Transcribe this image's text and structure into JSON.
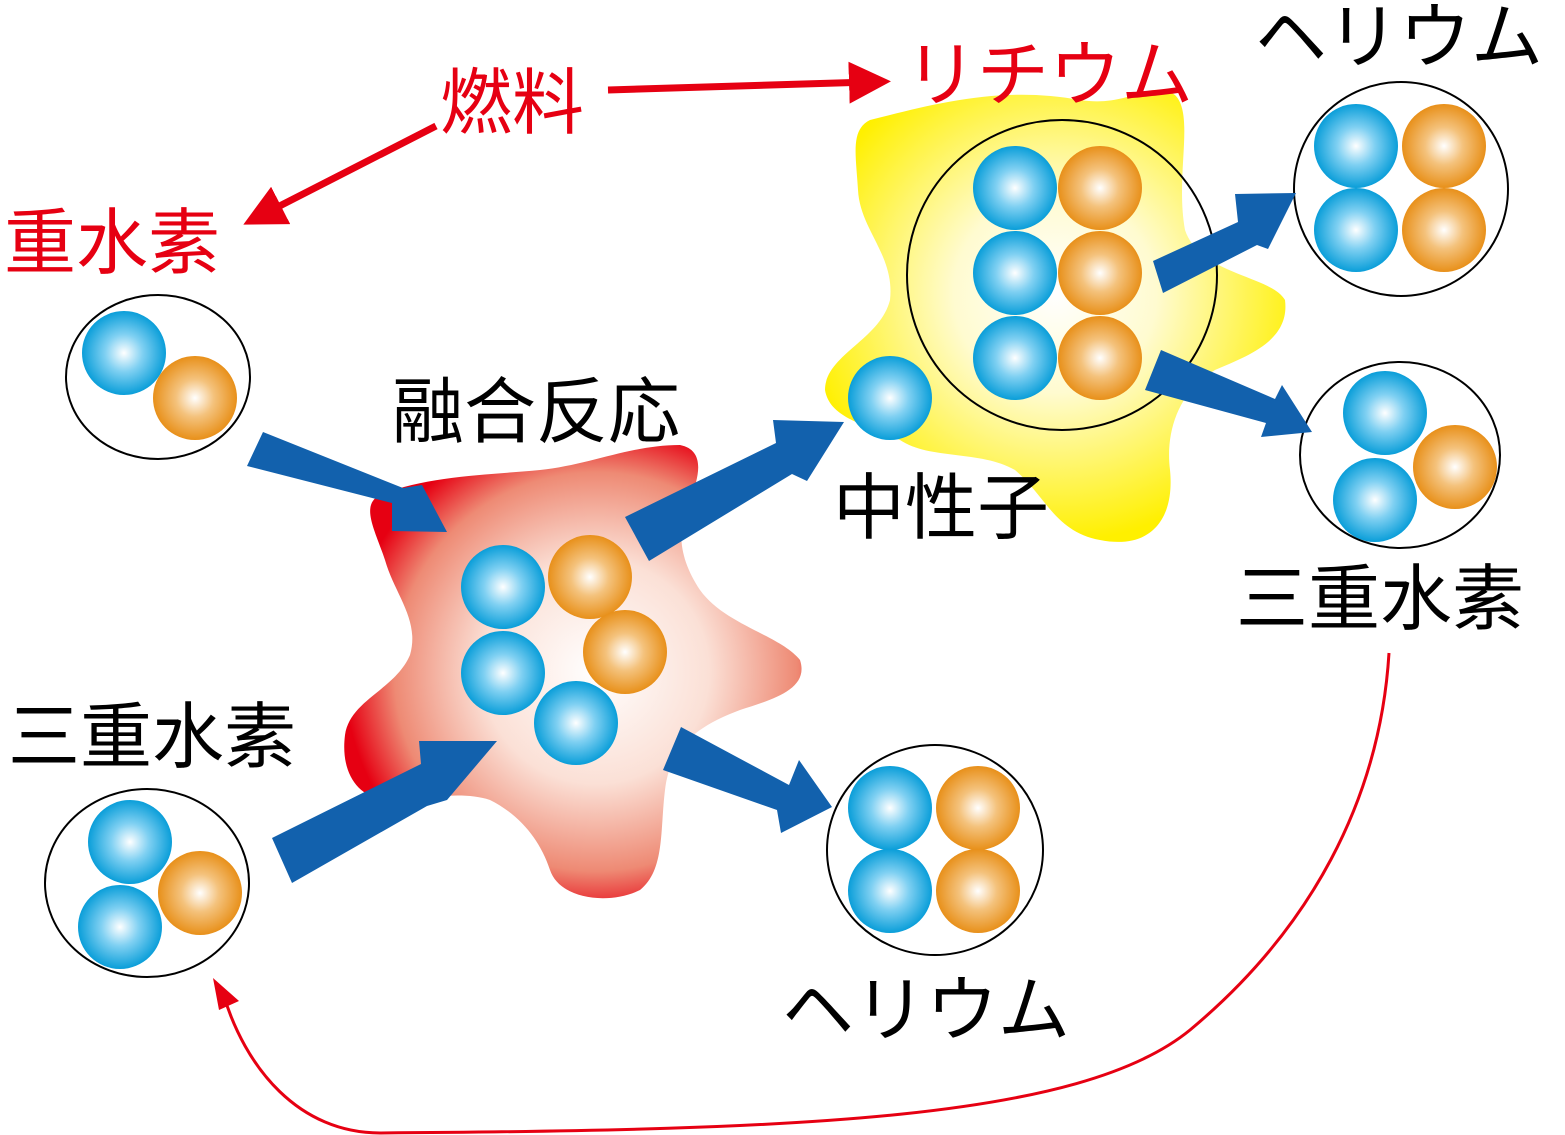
{
  "labels": {
    "fuel": "燃料",
    "lithium": "リチウム",
    "deuterium": "重水素",
    "fusion_reaction": "融合反応",
    "neutron": "中性子",
    "tritium_left": "三重水素",
    "tritium_right": "三重水素",
    "helium_top": "ヘリウム",
    "helium_bottom": "ヘリウム"
  },
  "colors": {
    "accent_red": "#e60012",
    "arrow_blue": "#1261ad",
    "proton_blue": "#0aa0dc",
    "neutron_orange": "#e8941c",
    "reaction_glow": "#e60012",
    "lithium_glow": "#fff200"
  }
}
